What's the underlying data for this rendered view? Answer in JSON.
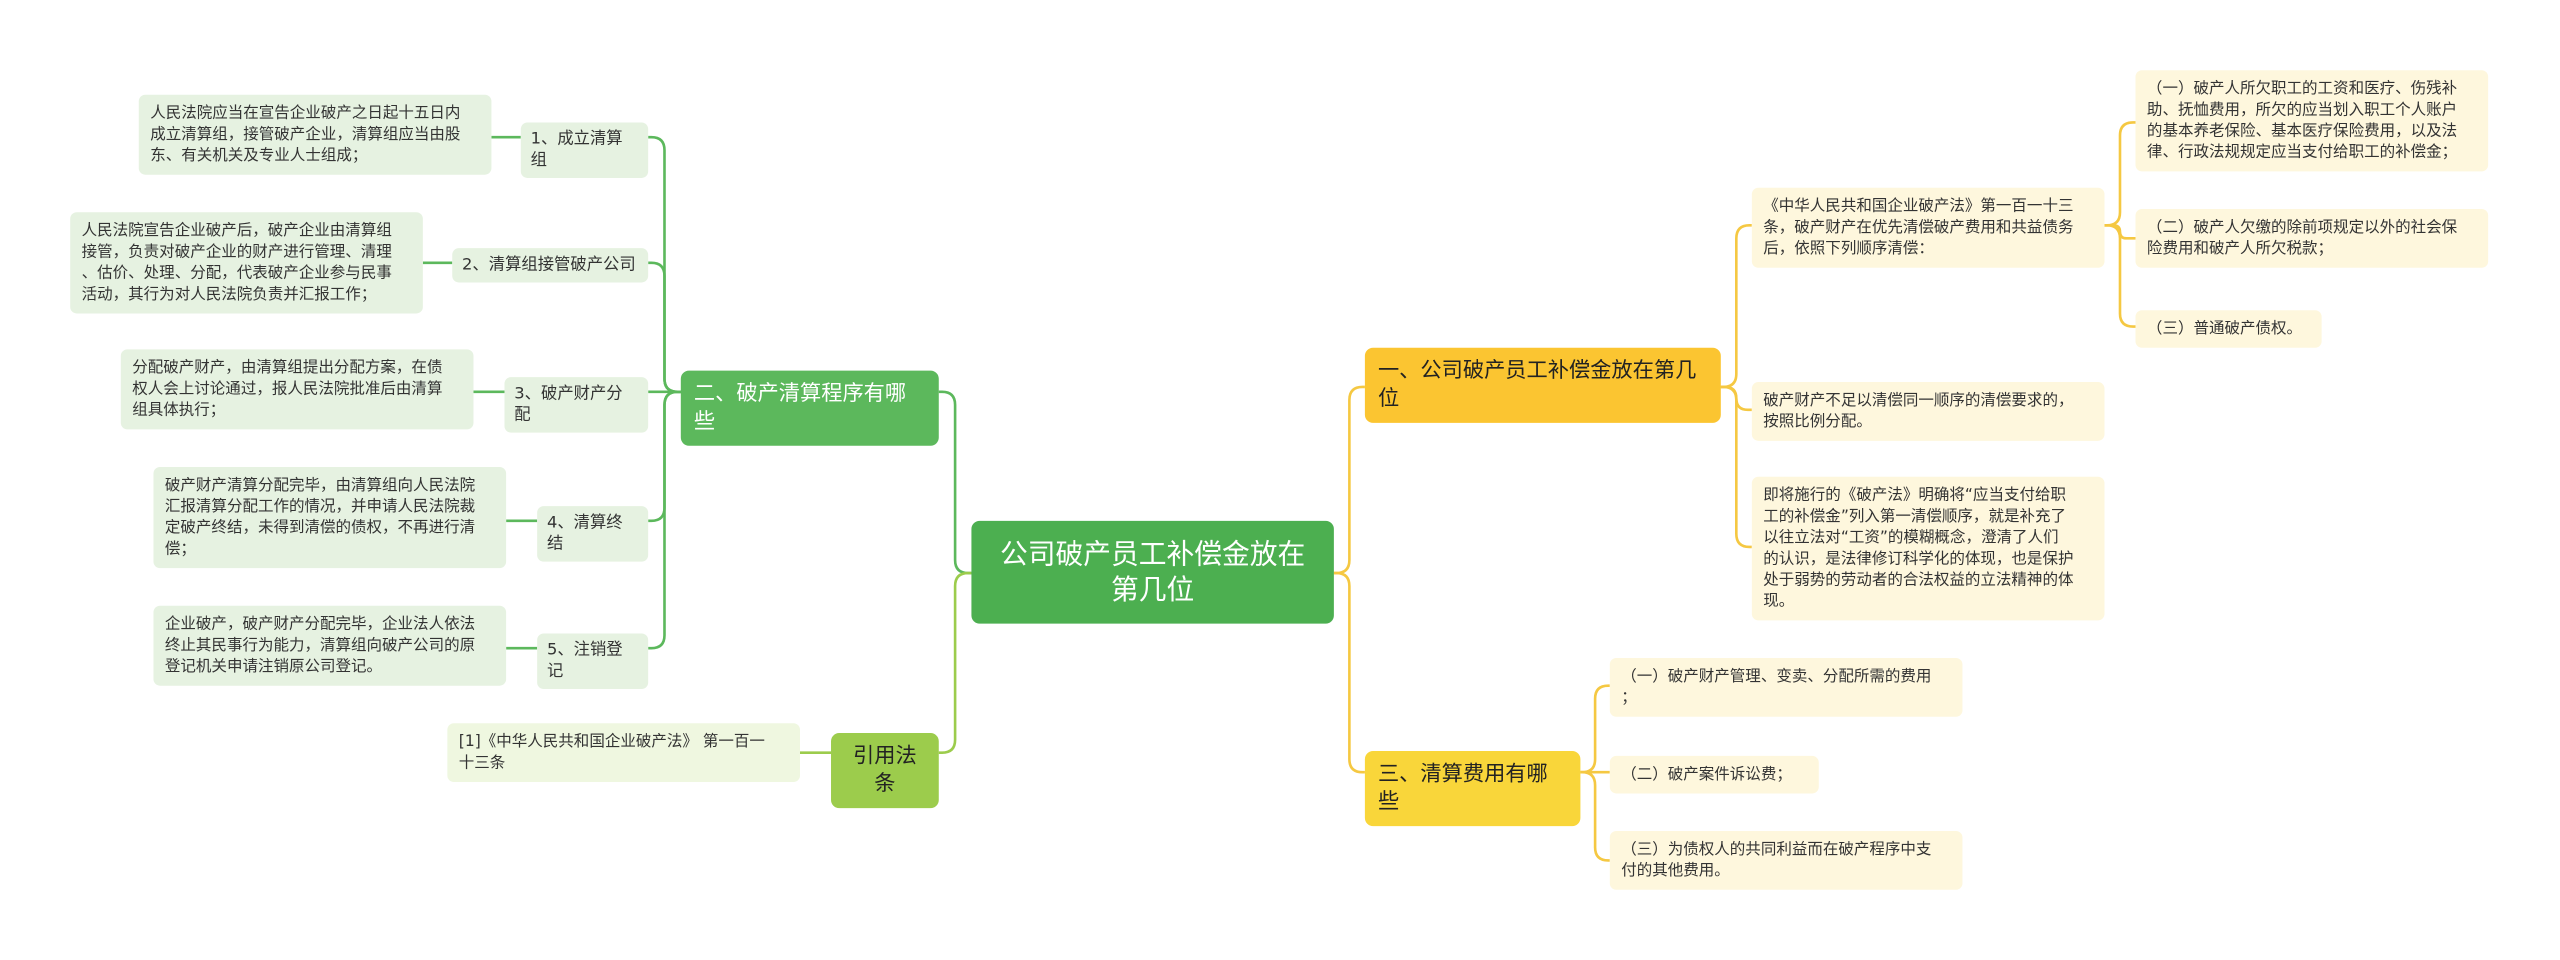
{
  "root": {
    "title": "公司破产员工补偿金放在\n第几位"
  },
  "branches": {
    "procedure": {
      "title": "二、破产清算程序有哪些",
      "items": [
        {
          "label": "1、成立清算组",
          "detail": "人民法院应当在宣告企业破产之日起十五日内\n成立清算组，接管破产企业，清算组应当由股\n东、有关机关及专业人士组成；"
        },
        {
          "label": "2、清算组接管破产公司",
          "detail": "人民法院宣告企业破产后，破产企业由清算组\n接管，负责对破产企业的财产进行管理、清理\n、估价、处理、分配，代表破产企业参与民事\n活动，其行为对人民法院负责并汇报工作；"
        },
        {
          "label": "3、破产财产分配",
          "detail": "分配破产财产，由清算组提出分配方案，在债\n权人会上讨论通过，报人民法院批准后由清算\n组具体执行；"
        },
        {
          "label": "4、清算终结",
          "detail": "破产财产清算分配完毕，由清算组向人民法院\n汇报清算分配工作的情况，并申请人民法院裁\n定破产终结，未得到清偿的债权，不再进行清\n偿；"
        },
        {
          "label": "5、注销登记",
          "detail": "企业破产，破产财产分配完毕，企业法人依法\n终止其民事行为能力，清算组向破产公司的原\n登记机关申请注销原公司登记。"
        }
      ]
    },
    "reference": {
      "title": "引用法条",
      "detail": "[1]《中华人民共和国企业破产法》 第一百一\n十三条"
    },
    "compensation": {
      "title": "一、公司破产员工补偿金放在第几\n位",
      "law": "《中华人民共和国企业破产法》第一百一十三\n条，破产财产在优先清偿破产费用和共益债务\n后，依照下列顺序清偿：",
      "order": [
        "（一）破产人所欠职工的工资和医疗、伤残补\n助、抚恤费用，所欠的应当划入职工个人账户\n的基本养老保险、基本医疗保险费用，以及法\n律、行政法规规定应当支付给职工的补偿金；",
        "（二）破产人欠缴的除前项规定以外的社会保\n险费用和破产人所欠税款；",
        "（三）普通破产债权。"
      ],
      "insufficient": "破产财产不足以清偿同一顺序的清偿要求的，\n按照比例分配。",
      "explanation": "即将施行的《破产法》明确将“应当支付给职\n工的补偿金”列入第一清偿顺序，就是补充了\n以往立法对“工资”的模糊概念，澄清了人们\n的认识，是法律修订科学化的体现，也是保护\n处于弱势的劳动者的合法权益的立法精神的体\n现。"
    },
    "expenses": {
      "title": "三、清算费用有哪些",
      "items": [
        "（一）破产财产管理、变卖、分配所需的费用\n；",
        "（二）破产案件诉讼费；",
        "（三）为债权人的共同利益而在破产程序中支\n付的其他费用。"
      ]
    }
  },
  "colors": {
    "green_line": "#5cb85c",
    "lime_line": "#9ccc4c",
    "yellow_line": "#f5c842",
    "root_fill": "#4caf50"
  }
}
